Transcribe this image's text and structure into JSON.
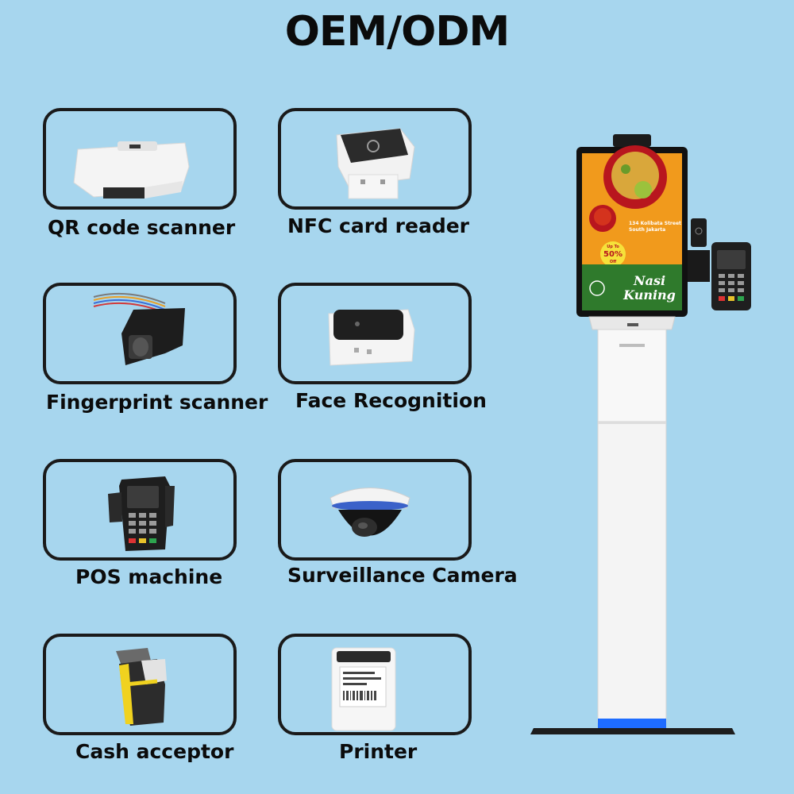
{
  "title": "OEM/ODM",
  "modules": [
    {
      "label": "QR code scanner"
    },
    {
      "label": "NFC card reader"
    },
    {
      "label": "Fingerprint scanner"
    },
    {
      "label": "Face Recognition"
    },
    {
      "label": "POS machine"
    },
    {
      "label": "Surveillance Camera"
    },
    {
      "label": "Cash acceptor"
    },
    {
      "label": "Printer"
    }
  ],
  "kiosk_screen": {
    "address_line1": "134 Kolibata Street",
    "address_line2": "South Jakarta",
    "promo_top": "Up To",
    "promo_value": "50%",
    "promo_bottom": "Off",
    "dish_line1": "Nasi",
    "dish_line2": "Kuning"
  },
  "colors": {
    "background": "#a7d6ee",
    "border": "#1a1a1a",
    "screen_orange": "#f19a1c",
    "screen_green": "#2f7a2c",
    "base_led": "#1e6cff"
  }
}
